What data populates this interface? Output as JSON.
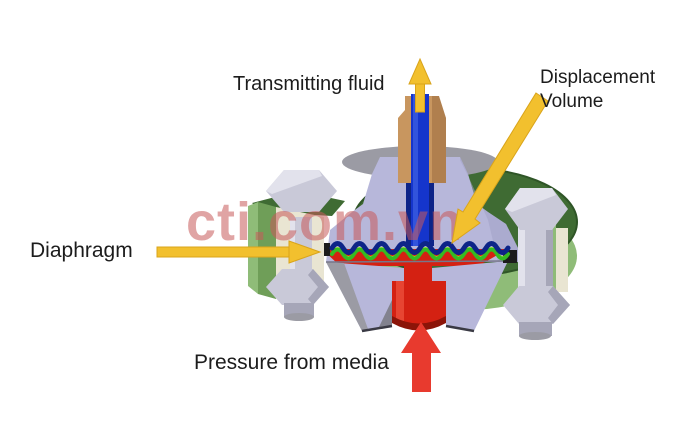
{
  "figure": {
    "type": "technical-diagram",
    "subject": "Diaphragm seal cross-section for pressure transmitter",
    "labels": {
      "transmitting_fluid": "Transmitting fluid",
      "displacement_volume_line1": "Displacement",
      "displacement_volume_line2": "Volume",
      "diaphragm": "Diaphragm",
      "pressure_from_media": "Pressure from media"
    },
    "watermark": "cti.com.vn",
    "colors": {
      "background": "#FFFFFF",
      "label_text": "#1C1C1C",
      "annotation_yellow": "#F2C02E",
      "annotation_yellow_dark": "#D9A41B",
      "annotation_red": "#E83A2E",
      "watermark_pink": "#C85A5A",
      "body_lavender": "#B7B7DA",
      "body_grey": "#9B9BA4",
      "flange_green_dark": "#3F6B33",
      "flange_green_light": "#8FBC78",
      "bolt_grey": "#C9C9D8",
      "fluid_blue": "#1535CC",
      "fluid_blue_dark": "#0D2488",
      "diaphragm_green": "#35BB22",
      "media_red": "#D42112",
      "capillary_orange": "#C8965F"
    }
  }
}
